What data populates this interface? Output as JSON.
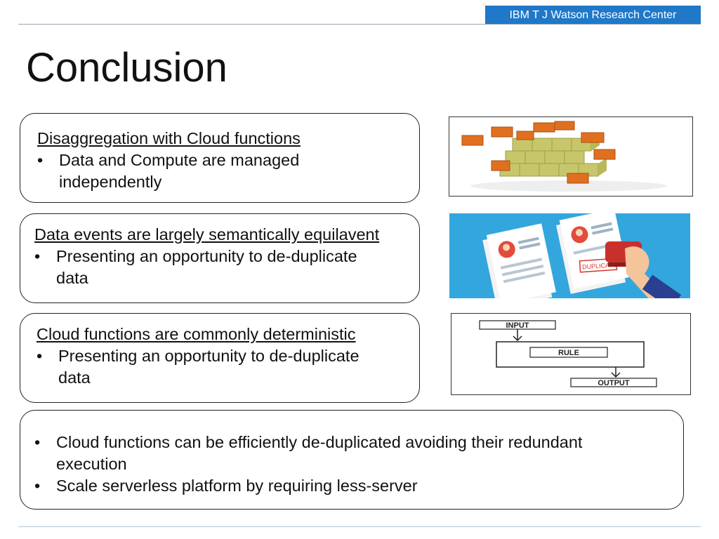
{
  "header": {
    "badge": "IBM T J Watson Research Center"
  },
  "title": "Conclusion",
  "boxes": [
    {
      "heading": "Disaggregation with Cloud functions",
      "bullets": [
        "Data and Compute are managed independently"
      ]
    },
    {
      "heading": "Data events are largely semantically equilavent",
      "bullets": [
        "Presenting an opportunity to de-duplicate data"
      ]
    },
    {
      "heading": "Cloud functions are commonly deterministic",
      "bullets": [
        "Presenting an opportunity to de-duplicate data"
      ]
    }
  ],
  "summary": {
    "bullets": [
      "Cloud functions can be efficiently de-duplicated avoiding their redundant execution",
      "Scale serverless platform by requiring less-server"
    ]
  },
  "images": {
    "blocks": {
      "icon": "cubes-image"
    },
    "duplicate": {
      "icon": "duplicate-stamp-image",
      "stamp_text": "DUPLICATE"
    },
    "rule": {
      "icon": "input-rule-output-diagram",
      "input": "INPUT",
      "rule": "RULE",
      "output": "OUTPUT"
    }
  },
  "colors": {
    "badge": "#1f78c8",
    "duplicate_bg": "#33a6dd"
  }
}
